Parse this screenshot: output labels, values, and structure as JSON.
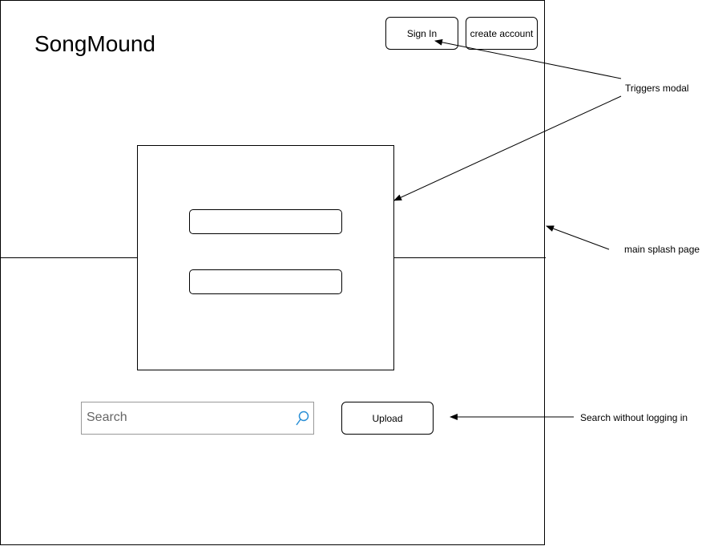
{
  "app": {
    "title": "SongMound"
  },
  "header": {
    "sign_in_label": "Sign In",
    "create_account_label": "create account"
  },
  "modal": {
    "field_count": 2
  },
  "search": {
    "placeholder": "Search",
    "icon": "search-icon"
  },
  "upload": {
    "label": "Upload"
  },
  "annotations": {
    "triggers_modal": "Triggers modal",
    "main_splash": "main splash page",
    "search_note": "Search without logging in"
  },
  "colors": {
    "line": "#000000",
    "search_icon": "#2a8fd6",
    "search_border": "#999999"
  }
}
